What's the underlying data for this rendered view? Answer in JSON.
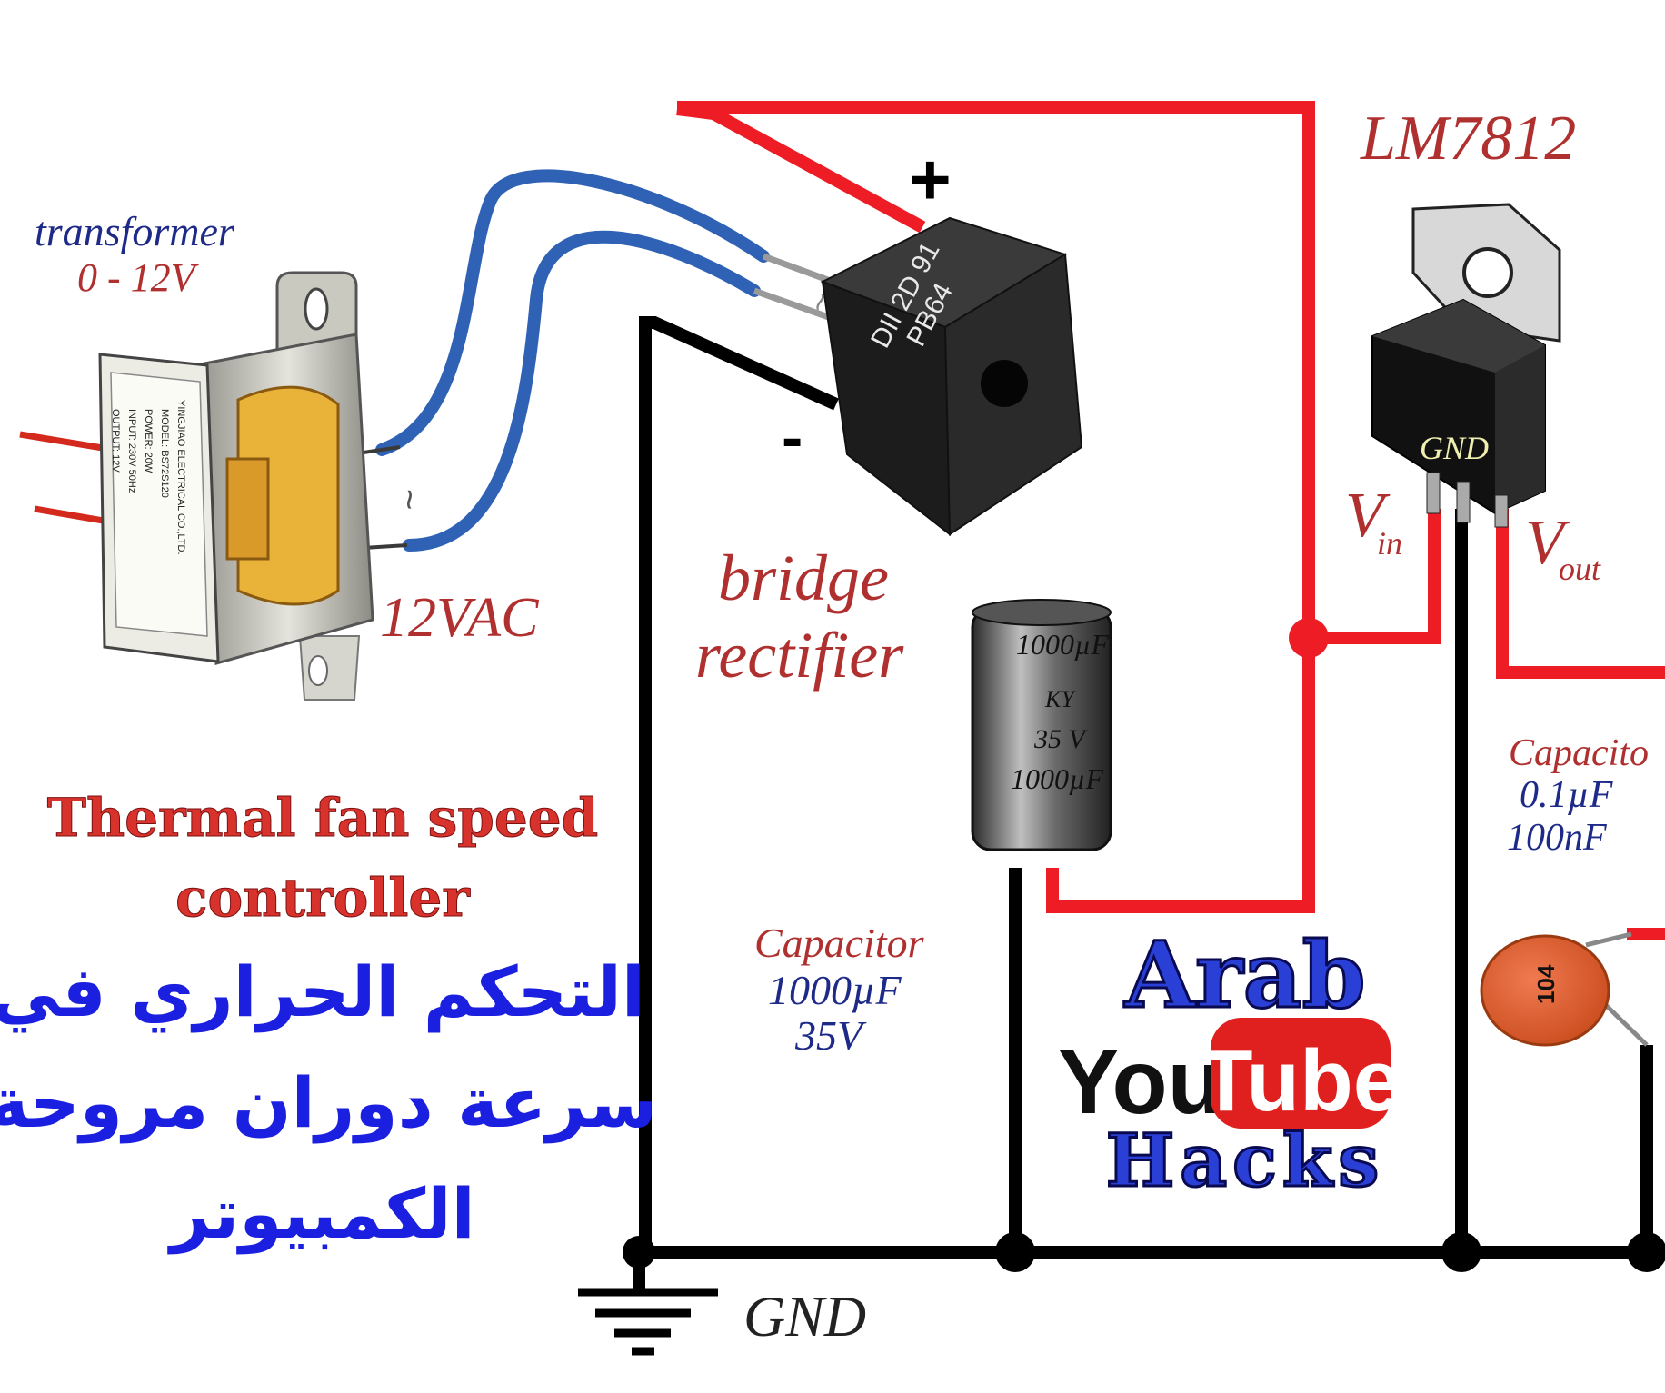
{
  "labels": {
    "transformer": "transformer",
    "transformer_range": "0 - 12V",
    "vac": "12VAC",
    "tilde_top": "~",
    "tilde_left": "~",
    "plus": "+",
    "minus": "-",
    "bridge_line1": "bridge",
    "bridge_line2": "rectifier",
    "bridge_marking_1": "DII 2D 91",
    "bridge_marking_2": "PB64",
    "regulator": "LM7812",
    "reg_gnd": "GND",
    "vin_main": "V",
    "vin_sub": "in",
    "vout_main": "V",
    "vout_sub": "out",
    "cap_left_title": "Capacitor",
    "cap_left_value": "1000µF",
    "cap_left_voltage": "35V",
    "cap_right_title": "Capacito",
    "cap_right_value1": "0.1µF",
    "cap_right_value2": "100nF",
    "cap_body_1": "1000µF",
    "cap_body_2": "KY",
    "cap_body_3": "35 V",
    "cap_body_4": "1000µF",
    "ceramic_code": "104",
    "ground": "GND",
    "transformer_plate": [
      "YINGJIAO ELECTRICAL CO.,LTD.",
      "MODEL: BS72S120",
      "POWER: 20W",
      "INPUT: 230V 50Hz",
      "OUTPUT: 12V"
    ]
  },
  "title": {
    "line1": "Thermal fan speed",
    "line2": "controller",
    "arabic1": "التحكم الحراري في",
    "arabic2": "سرعة دوران مروحة",
    "arabic3": "الكمبيوتر"
  },
  "logo": {
    "arab": "Arab",
    "you": "You",
    "tube": "Tube",
    "hacks": "Hacks"
  },
  "colors": {
    "wire_red": "#ee1c24",
    "wire_black": "#000000",
    "wire_blue": "#2f62b5",
    "label_red": "#b03030",
    "label_blue": "#1e2a88",
    "title_red": "#d8322c",
    "title_blue": "#1b1fe0",
    "logo_blue": "#2a3fd6",
    "logo_red": "#e0201e"
  }
}
